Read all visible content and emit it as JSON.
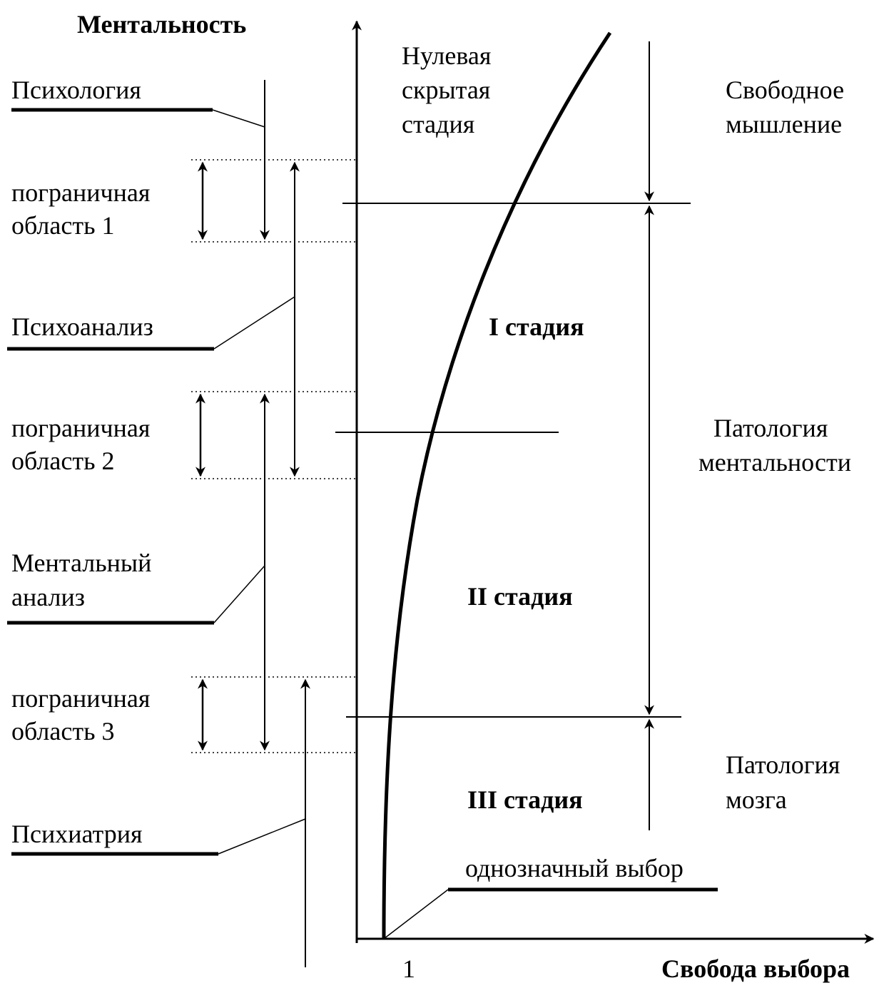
{
  "axes": {
    "y_title": "Ментальность",
    "x_title": "Свобода выбора",
    "x_tick": "1"
  },
  "left": {
    "psychology": "Психология",
    "psychoanalysis": "Психоанализ",
    "mental_analysis": [
      "Ментальный",
      "анализ"
    ],
    "psychiatry": "Психиатрия",
    "border1": [
      "пограничная",
      "область 1"
    ],
    "border2": [
      "пограничная",
      "область 2"
    ],
    "border3": [
      "пограничная",
      "область 3"
    ]
  },
  "stages": {
    "zero": [
      "Нулевая",
      "скрытая",
      "стадия"
    ],
    "first": "I стадия",
    "second": "II стадия",
    "third": "III стадия"
  },
  "right": {
    "free_thinking": [
      "Свободное",
      "мышление"
    ],
    "mentality_pathology": [
      "Патология",
      "ментальности"
    ],
    "brain_pathology": [
      "Патология",
      "мозга"
    ]
  },
  "curve_label": "однозначный выбор"
}
